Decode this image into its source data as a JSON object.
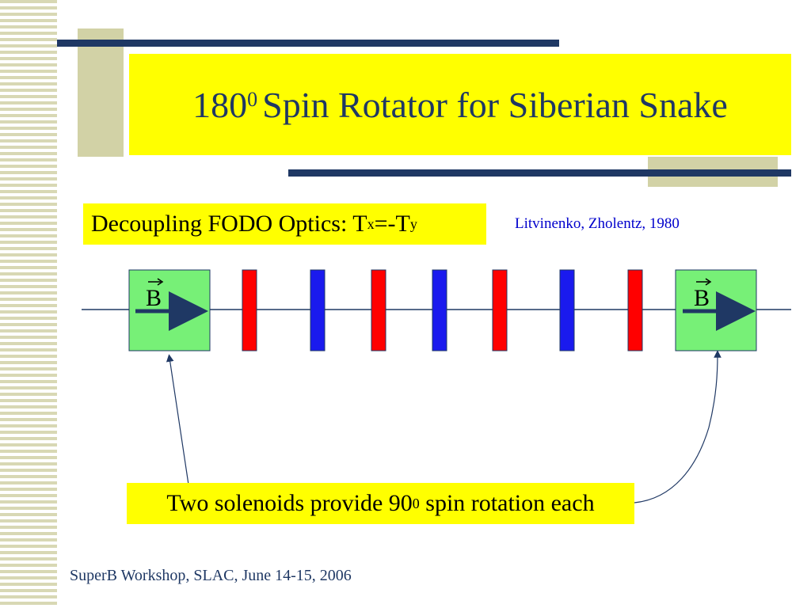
{
  "slide": {
    "title_main": "180",
    "title_sup": "0",
    "title_rest": "Spin Rotator for Siberian Snake",
    "subtitle_prefix": "Decoupling FODO Optics:  T",
    "subtitle_sub1": "x",
    "subtitle_mid": "=-T",
    "subtitle_sub2": "y",
    "reference": "Litvinenko, Zholentz, 1980",
    "caption_prefix": "Two solenoids provide 90",
    "caption_sup": "0",
    "caption_suffix": " spin rotation each",
    "footer": "SuperB Workshop, SLAC, June 14-15, 2006"
  },
  "diagram": {
    "solenoid_label": "B",
    "colors": {
      "solenoid": "#77f077",
      "focusing": "#ff0000",
      "defocusing": "#1a1aee",
      "arrow": "#1f3864",
      "beamline": "#1f3864",
      "title_band": "#ffff00",
      "accent_navy": "#1f3864",
      "accent_khaki": "#d2d2a6"
    }
  }
}
